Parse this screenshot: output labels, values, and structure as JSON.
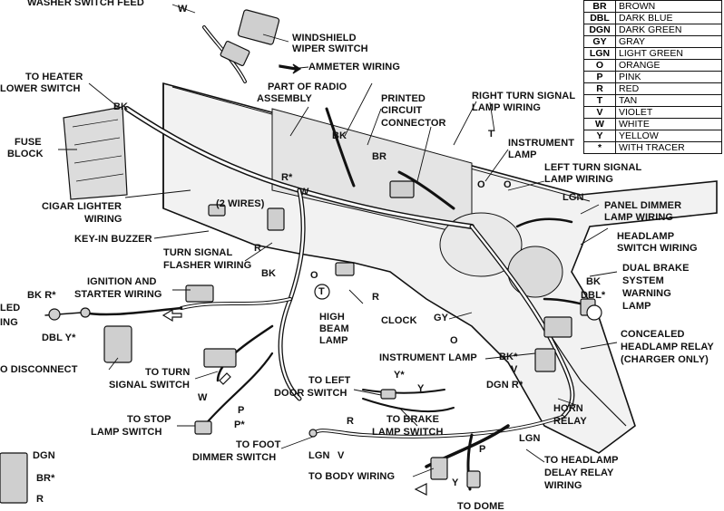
{
  "legend": [
    {
      "code": "BR",
      "name": "BROWN"
    },
    {
      "code": "DBL",
      "name": "DARK BLUE"
    },
    {
      "code": "DGN",
      "name": "DARK GREEN"
    },
    {
      "code": "GY",
      "name": "GRAY"
    },
    {
      "code": "LGN",
      "name": "LIGHT GREEN"
    },
    {
      "code": "O",
      "name": "ORANGE"
    },
    {
      "code": "P",
      "name": "PINK"
    },
    {
      "code": "R",
      "name": "RED"
    },
    {
      "code": "T",
      "name": "TAN"
    },
    {
      "code": "V",
      "name": "VIOLET"
    },
    {
      "code": "W",
      "name": "WHITE"
    },
    {
      "code": "Y",
      "name": "YELLOW"
    },
    {
      "code": "*",
      "name": "WITH TRACER"
    }
  ],
  "labels": {
    "washer_switch_feed": "WASHER SWITCH FEED",
    "w_top": "W",
    "windshield_wiper_1": "WINDSHIELD",
    "windshield_wiper_2": "WIPER SWITCH",
    "ammeter": "AMMETER WIRING",
    "heater_1": "TO HEATER",
    "heater_2": "LOWER SWITCH",
    "bk_1": "BK",
    "radio_1": "PART OF RADIO",
    "radio_2": "ASSEMBLY",
    "pcb_1": "PRINTED",
    "pcb_2": "CIRCUIT",
    "pcb_3": "CONNECTOR",
    "rts_1": "RIGHT TURN SIGNAL",
    "rts_2": "LAMP WIRING",
    "t_1": "T",
    "fuse_1": "FUSE",
    "fuse_2": "BLOCK",
    "bk_2": "BK",
    "br_1": "BR",
    "instr_lamp_1": "INSTRUMENT",
    "instr_lamp_2": "LAMP",
    "r_star_1": "R*",
    "w_1": "W",
    "o_1": "O",
    "o_2": "O",
    "lts_1": "LEFT TURN SIGNAL",
    "lts_2": "LAMP WIRING",
    "two_wires": "(2 WIRES)",
    "cigar_1": "CIGAR LIGHTER",
    "cigar_2": "WIRING",
    "lgn_1": "LGN",
    "panel_dimmer_1": "PANEL DIMMER",
    "panel_dimmer_2": "LAMP WIRING",
    "keyin": "KEY-IN BUZZER",
    "headlamp_sw_1": "HEADLAMP",
    "headlamp_sw_2": "SWITCH WIRING",
    "turn_flasher_1": "TURN SIGNAL",
    "turn_flasher_2": "FLASHER WIRING",
    "r_1": "R",
    "bk_3": "BK",
    "o_3": "O",
    "dual_brake_1": "DUAL BRAKE",
    "dual_brake_2": "SYSTEM",
    "dual_brake_3": "WARNING",
    "dual_brake_4": "LAMP",
    "ignition_1": "IGNITION AND",
    "ignition_2": "STARTER WIRING",
    "bk_4": "BK",
    "dbl_star_1": "DBL*",
    "t_2": "T",
    "bk_rstar": "BK R*",
    "led_1": "LED",
    "led_2": "ING",
    "dbl_ystar": "DBL Y*",
    "r_2": "R",
    "high_beam_1": "HIGH",
    "high_beam_2": "BEAM",
    "high_beam_3": "LAMP",
    "clock": "CLOCK",
    "gy": "GY",
    "concealed_1": "CONCEALED",
    "concealed_2": "HEADLAMP RELAY",
    "concealed_3": "(CHARGER ONLY)",
    "instr_lamp_3": "INSTRUMENT LAMP",
    "o_4": "O",
    "bk_star": "BK*",
    "v_1": "V",
    "disconnect": "O DISCONNECT",
    "turn_sig_sw_1": "TO TURN",
    "turn_sig_sw_2": "SIGNAL SWITCH",
    "left_door_1": "TO LEFT",
    "left_door_2": "DOOR SWITCH",
    "y_star": "Y*",
    "y_1": "Y",
    "dgn_rstar": "DGN R*",
    "horn_1": "HORN",
    "horn_2": "RELAY",
    "w_2": "W",
    "p_1": "P",
    "stop_lamp_1": "TO STOP",
    "stop_lamp_2": "LAMP SWITCH",
    "p_star": "P*",
    "brake_lamp_1": "TO BRAKE",
    "brake_lamp_2": "LAMP SWITCH",
    "r_3": "R",
    "lgn_2": "LGN",
    "foot_dimmer_1": "TO FOOT",
    "foot_dimmer_2": "DIMMER SWITCH",
    "lgn_3": "LGN",
    "v_2": "V",
    "p_2": "P",
    "y_2": "Y",
    "body_wiring": "TO BODY WIRING",
    "delay_relay_1": "TO HEADLAMP",
    "delay_relay_2": "DELAY RELAY",
    "delay_relay_3": "WIRING",
    "dome": "TO DOME",
    "dgn_1": "DGN",
    "br_star": "BR*",
    "r_4": "R"
  }
}
